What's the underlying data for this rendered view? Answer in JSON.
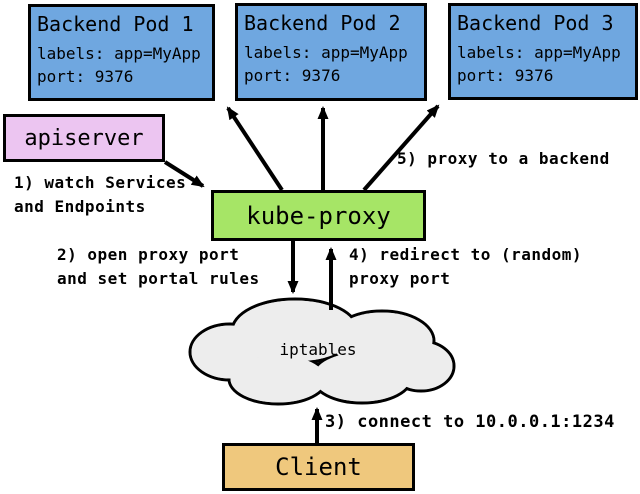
{
  "pods": [
    {
      "title": "Backend Pod 1",
      "labels_line": "labels: app=MyApp",
      "port_line": "port: 9376"
    },
    {
      "title": "Backend Pod 2",
      "labels_line": "labels: app=MyApp",
      "port_line": "port: 9376"
    },
    {
      "title": "Backend Pod 3",
      "labels_line": "labels: app=MyApp",
      "port_line": "port: 9376"
    }
  ],
  "nodes": {
    "apiserver_label": "apiserver",
    "kube_proxy_label": "kube-proxy",
    "iptables_label": "iptables",
    "client_label": "Client"
  },
  "annotations": {
    "step1": "1) watch Services\nand Endpoints",
    "step2": "2) open proxy port\nand set portal rules",
    "step3": "3) connect to 10.0.0.1:1234",
    "step4": "4) redirect to (random)\nproxy port",
    "step5": "5) proxy to a backend"
  },
  "colors": {
    "pod_fill": "#6FA7E0",
    "apiserver_fill": "#ECC5F1",
    "kube_proxy_fill": "#A6E566",
    "client_fill": "#EFC87D",
    "cloud_fill": "#EDEDED",
    "border": "#000000",
    "background": "#FFFFFF"
  }
}
